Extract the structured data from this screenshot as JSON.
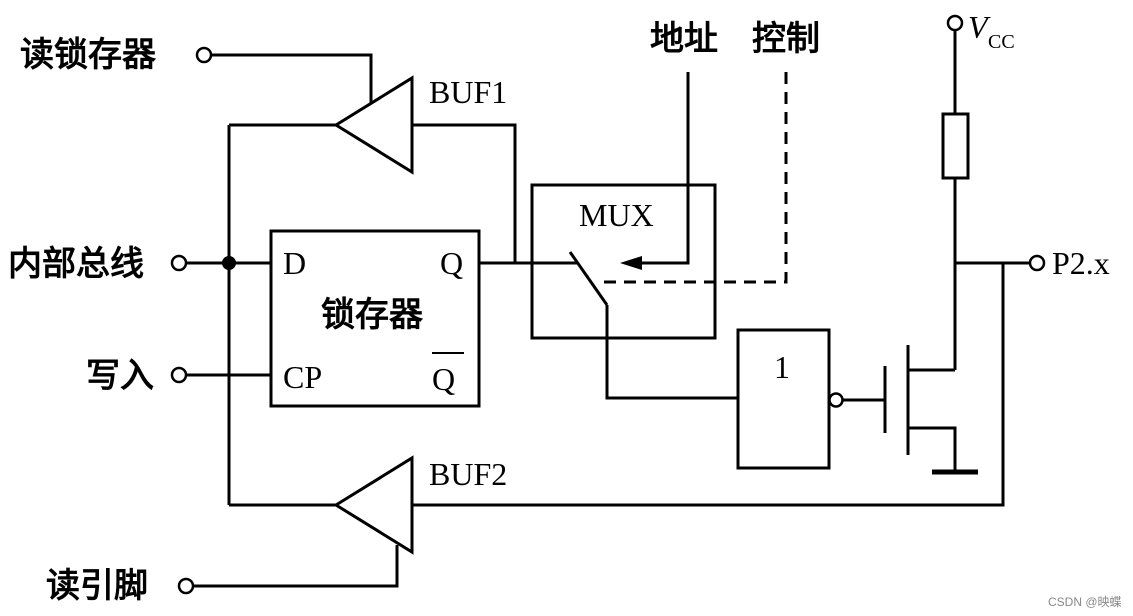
{
  "inputs": {
    "read_latch": "读锁存器",
    "internal_bus": "内部总线",
    "write": "写入",
    "read_pin": "读引脚"
  },
  "mux_inputs": {
    "address": "地址",
    "control": "控制"
  },
  "blocks": {
    "buf1": "BUF1",
    "buf2": "BUF2",
    "mux": "MUX",
    "latch": "锁存器",
    "latch_d": "D",
    "latch_q": "Q",
    "latch_cp": "CP",
    "latch_qbar": "Q",
    "not_gate": "1"
  },
  "supply": {
    "v": "V",
    "sub": "CC"
  },
  "output_pin": "P2.x",
  "watermark": "CSDN @映蝶"
}
